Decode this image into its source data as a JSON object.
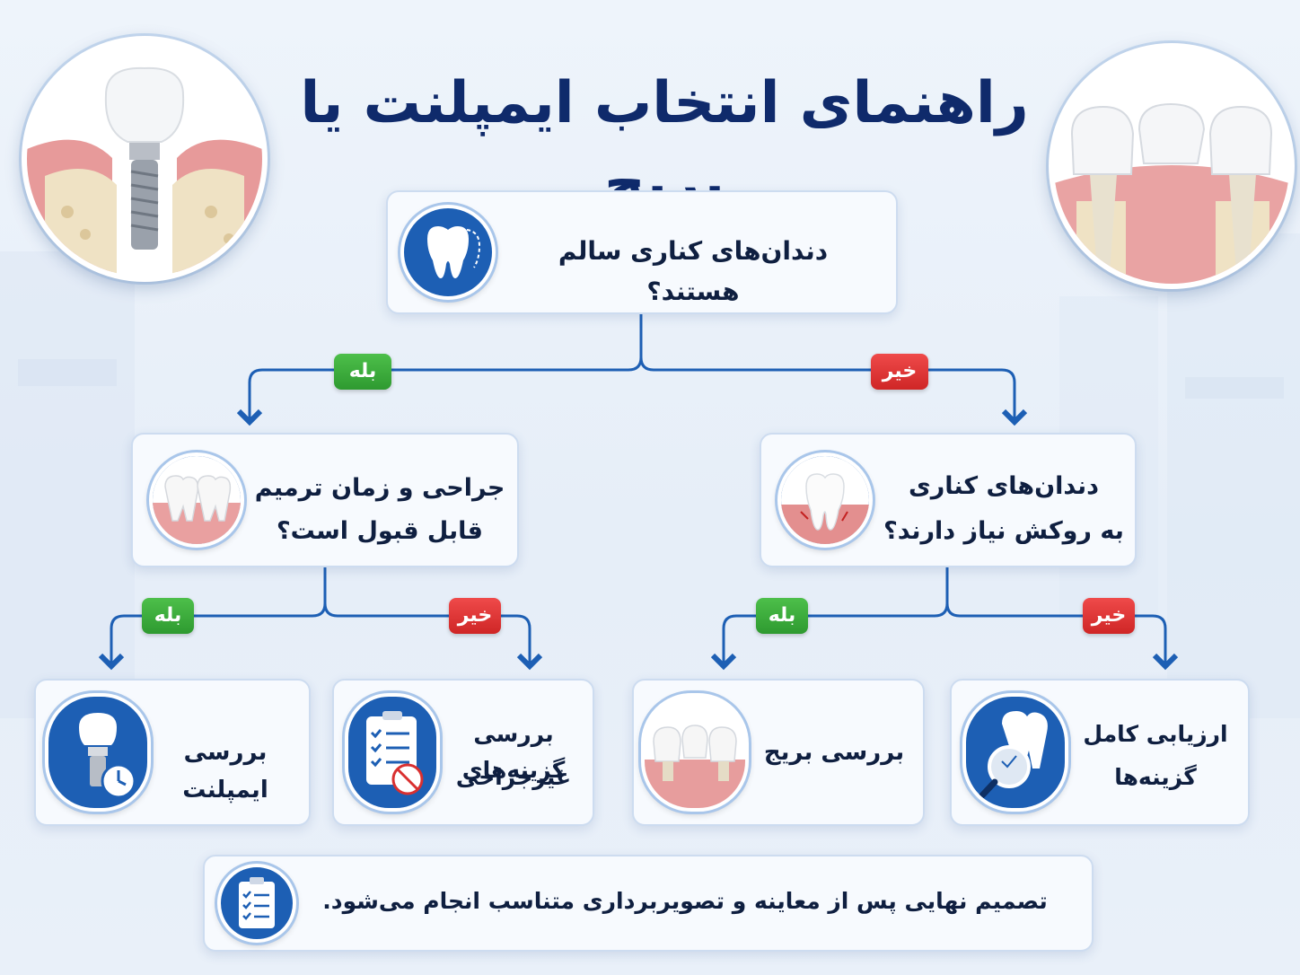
{
  "title": "راهنمای انتخاب ایمپلنت یا بریج",
  "colors": {
    "primary_blue": "#1d5fb4",
    "title_navy": "#0f2a6b",
    "yes_green": "#3aa93a",
    "no_red": "#dd3333"
  },
  "root": {
    "text": "دندان‌های کناری سالم هستند؟",
    "icon": "tooth-icon"
  },
  "yes_label": "بله",
  "no_label": "خیر",
  "left_question": {
    "line1": "جراحی و زمان ترمیم",
    "line2": "قابل قبول است؟",
    "icon": "teeth-gum-icon"
  },
  "right_question": {
    "line1": "دندان‌های کناری",
    "line2": "به روکش نیاز دارند؟",
    "icon": "damaged-tooth-icon"
  },
  "outcomes": {
    "implant": {
      "text": "بررسی ایمپلنت",
      "icon": "implant-clock-icon"
    },
    "non_surgical": {
      "line1": "بررسی گزینه‌های",
      "line2": "غیرجراحی",
      "icon": "checklist-no-surgery-icon"
    },
    "bridge": {
      "text": "بررسی بریج",
      "icon": "bridge-icon"
    },
    "full_eval": {
      "line1": "ارزیابی کامل",
      "line2": "گزینه‌ها",
      "icon": "magnifier-tooth-icon"
    }
  },
  "footer": {
    "text": "تصمیم نهایی پس از معاینه و تصویربرداری متناسب انجام می‌شود.",
    "icon": "checklist-icon"
  },
  "corner_images": {
    "left": "implant-illustration",
    "right": "bridge-illustration"
  }
}
